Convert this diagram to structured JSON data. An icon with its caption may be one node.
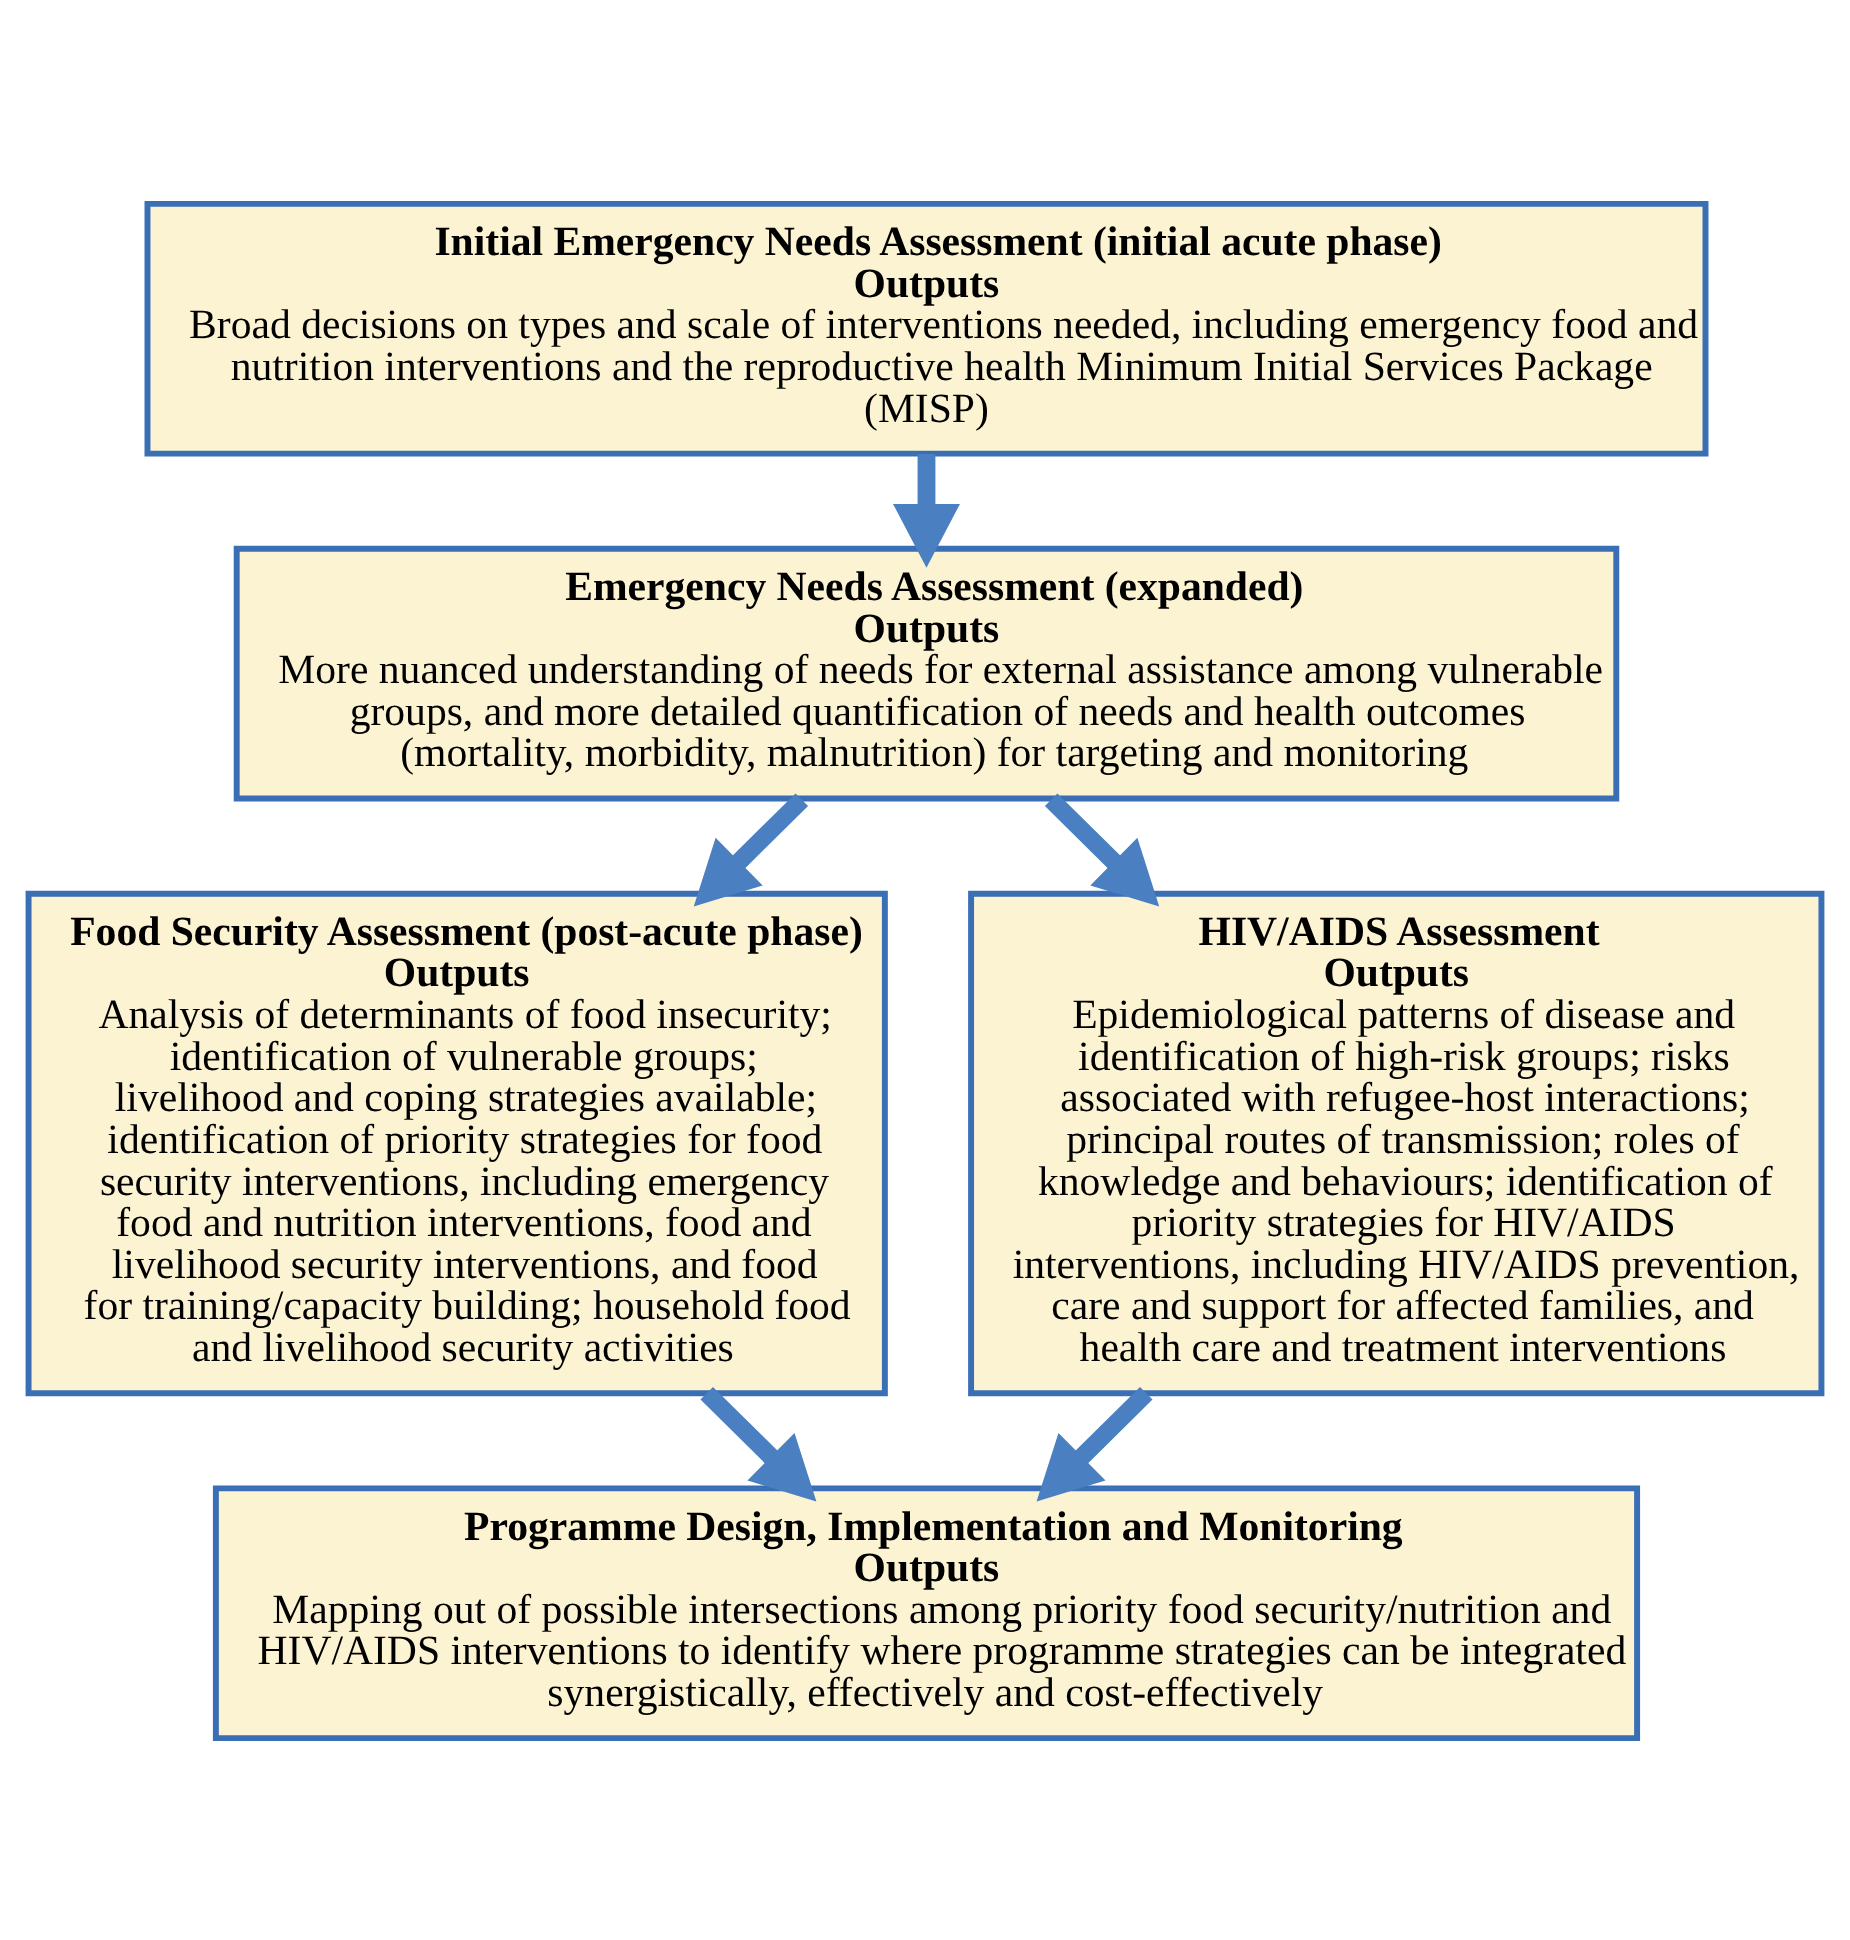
{
  "diagram": {
    "nodes": [
      {
        "text": [
          "Initial Emergency Needs Assessment (initial acute phase)",
          "Outputs",
          "Broad decisions on types and scale of interventions needed, including emergency food and nutrition interventions and the reproductive health Minimum Initial Services Package (MISP)"
        ]
      },
      {
        "text": [
          "Emergency Needs Assessment (expanded)",
          "Outputs",
          "More nuanced understanding of needs for external assistance among vulnerable groups, and more detailed quantification of needs and health outcomes (mortality, morbidity, malnutrition) for targeting and monitoring"
        ]
      },
      {
        "text": [
          "Food Security Assessment (post-acute phase)",
          "Outputs",
          "Analysis of determinants of food insecurity; identification of vulnerable groups; livelihood and coping strategies available; identification of priority strategies for food security interventions, including emergency food and nutrition interventions, food and livelihood security interventions, and food for training/capacity building; household food and livelihood security activities"
        ]
      },
      {
        "text": [
          "HIV/AIDS Assessment",
          "Outputs",
          "Epidemiological patterns of disease and identification of high-risk groups; risks associated with refugee-host interactions; principal routes of transmission; roles of knowledge and behaviours; identification of priority strategies for HIV/AIDS interventions, including HIV/AIDS prevention, care and support for affected families, and health care and treatment interventions"
        ]
      },
      {
        "text": [
          "Programme Design, Implementation and Monitoring",
          "Outputs",
          "Mapping out of possible intersections among priority food security/nutrition and HIV/AIDS interventions to identify where programme strategies can be integrated synergistically, effectively and cost-effectively"
        ]
      }
    ],
    "edges": [
      {
        "from": 0,
        "to": 1,
        "arrow": "to"
      },
      {
        "from": 1,
        "to": 2,
        "arrow": "to"
      },
      {
        "from": 1,
        "to": 3,
        "arrow": "to"
      },
      {
        "from": 2,
        "to": 4,
        "arrow": "to"
      },
      {
        "from": 3,
        "to": 4,
        "arrow": "to"
      }
    ]
  }
}
